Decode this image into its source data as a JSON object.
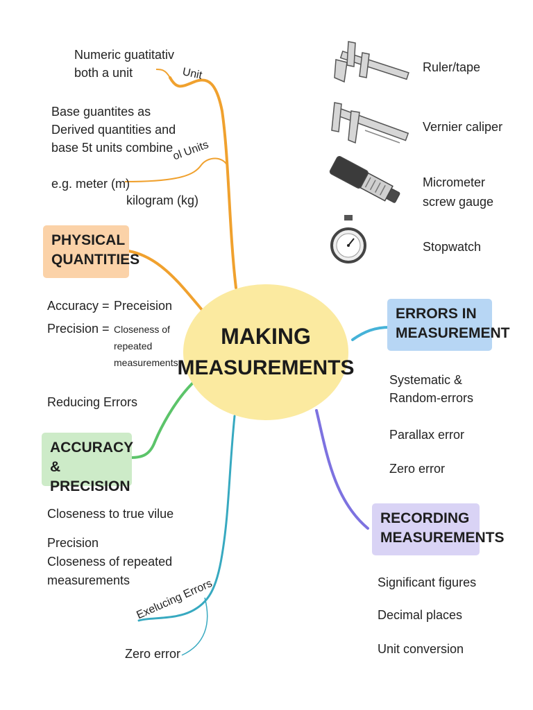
{
  "center": {
    "line1": "MAKING",
    "line2": "MEASUREMENTS"
  },
  "colors": {
    "center_fill": "#fbeaa0",
    "physical_quantities": "#fbd2a8",
    "accuracy_precision": "#cdebc8",
    "errors": "#b7d6f4",
    "recording": "#d9d3f5",
    "branch_orange": "#f0a12e",
    "branch_green": "#5cc46a",
    "branch_blue": "#45b2d8",
    "branch_teal": "#37a9c0",
    "branch_purple": "#7d72e0"
  },
  "branches": {
    "physical_quantities": {
      "title_line1": "PHYSICAL",
      "title_line2": "QUANTITIES",
      "unit_label": "Unit",
      "units_label": "ol Units",
      "numeric_line1": "Numeric guatitativ",
      "numeric_line2": "both a unit",
      "base_line1": "Base guantites as",
      "base_line2": "Derived quantities and",
      "base_line3": "base 5t units combine",
      "example1": "e.g. meter (m)",
      "example2": "kilogram (kg)"
    },
    "accuracy_precision": {
      "title_line1": "ACCURACY",
      "title_line2": "& PRECISION",
      "accuracy_def": "Accuracy =",
      "accuracy_val": "Preceision",
      "precision_def": "Precision =",
      "precision_val1": "Closeness of",
      "precision_val2": "repeated",
      "precision_val3": "measurements",
      "reducing": "Reducing Errors",
      "closeness_true": "Closeness to true vilue",
      "precision_title": "Precision",
      "precision_line1": "Closeness of repeated",
      "precision_line2": "measurements",
      "curved_label": "Exelucing Errors",
      "zero_error": "Zero error"
    },
    "errors": {
      "title_line1": "ERRORS IN",
      "title_line2": "MEASUREMENT",
      "item1_line1": "Systematic &",
      "item1_line2": "Random-errors",
      "item2": "Parallax error",
      "item3": "Zero error"
    },
    "recording": {
      "title_line1": "RECORDING",
      "title_line2": "MEASUREMENTS",
      "items": [
        "Significant figures",
        "Decimal places",
        "Unit conversion"
      ]
    },
    "instruments": {
      "items": [
        {
          "label_line1": "Ruler/tape",
          "label_line2": "",
          "icon": "caliper-icon"
        },
        {
          "label_line1": "Vernier caliper",
          "label_line2": "",
          "icon": "vernier-caliper-icon"
        },
        {
          "label_line1": "Micrometer",
          "label_line2": "screw gauge",
          "icon": "micrometer-icon"
        },
        {
          "label_line1": "Stopwatch",
          "label_line2": "",
          "icon": "stopwatch-icon"
        }
      ]
    }
  }
}
